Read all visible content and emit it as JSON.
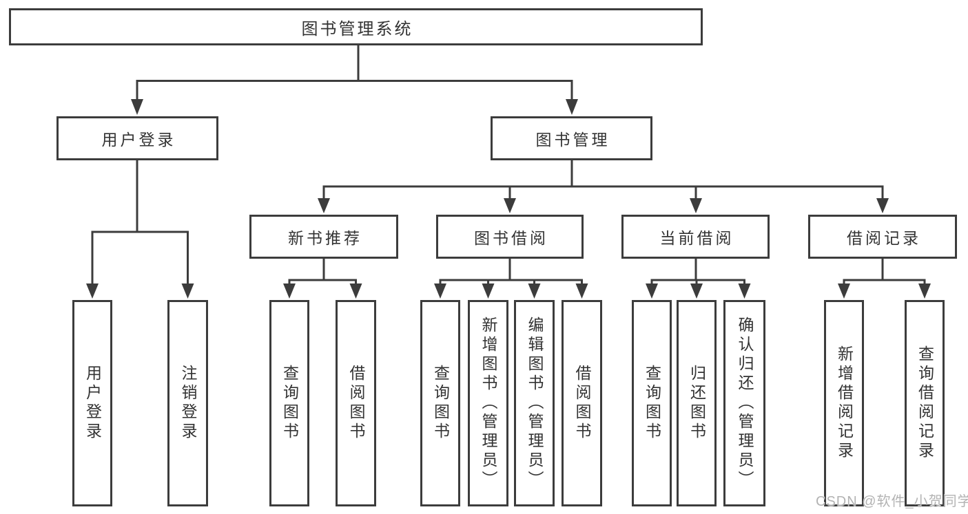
{
  "colors": {
    "background": "#ffffff",
    "line": "#3c3c3c",
    "box_border": "#3c3c3c",
    "text": "#333333",
    "watermark_text": "#b3b3b3"
  },
  "tree": {
    "root": {
      "label": "图书管理系统",
      "children": [
        {
          "label": "用户登录",
          "children": [
            {
              "label": "用户登录"
            },
            {
              "label": "注销登录"
            }
          ]
        },
        {
          "label": "图书管理",
          "children": [
            {
              "label": "新书推荐",
              "children": [
                {
                  "label": "查询图书"
                },
                {
                  "label": "借阅图书"
                }
              ]
            },
            {
              "label": "图书借阅",
              "children": [
                {
                  "label": "查询图书"
                },
                {
                  "label": "新增图书（管理员）"
                },
                {
                  "label": "编辑图书（管理员）"
                },
                {
                  "label": "借阅图书"
                }
              ]
            },
            {
              "label": "当前借阅",
              "children": [
                {
                  "label": "查询图书"
                },
                {
                  "label": "归还图书"
                },
                {
                  "label": "确认归还（管理员）"
                }
              ]
            },
            {
              "label": "借阅记录",
              "children": [
                {
                  "label": "新增借阅记录"
                },
                {
                  "label": "查询借阅记录"
                }
              ]
            }
          ]
        }
      ]
    }
  },
  "watermark": {
    "text": "CSDN @软件_小贺同学"
  }
}
